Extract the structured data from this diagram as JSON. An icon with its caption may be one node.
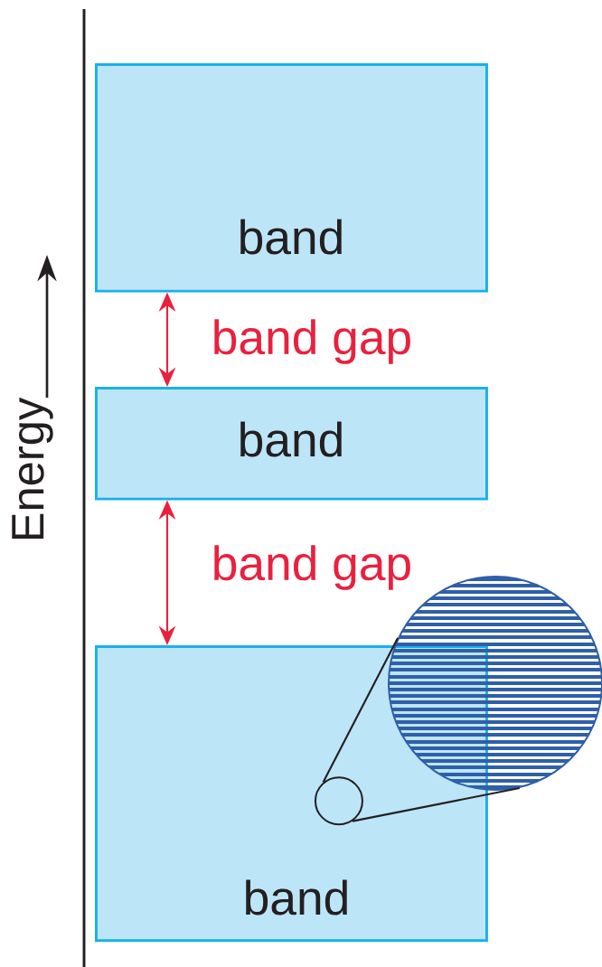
{
  "diagram": {
    "nodes": [
      {
        "text": [
          "band"
        ]
      },
      {
        "text": [
          "band"
        ]
      },
      {
        "text": [
          "band"
        ]
      },
      {
        "text": [],
        "shape": "circle",
        "in": 2
      },
      {
        "text": [],
        "shape": "circle"
      }
    ],
    "edges": [
      {
        "from": 0,
        "to": 1,
        "arrow": "both",
        "label": "band gap",
        "color": "#e8213f"
      },
      {
        "from": 1,
        "to": 2,
        "arrow": "both",
        "label": "band gap",
        "color": "#e8213f"
      },
      {
        "from": 3,
        "to": 4,
        "arrow": "none",
        "color": "#231f20"
      },
      {
        "from": 3,
        "to": 4,
        "arrow": "none",
        "color": "#231f20"
      }
    ],
    "labels": [
      "Energy"
    ]
  }
}
